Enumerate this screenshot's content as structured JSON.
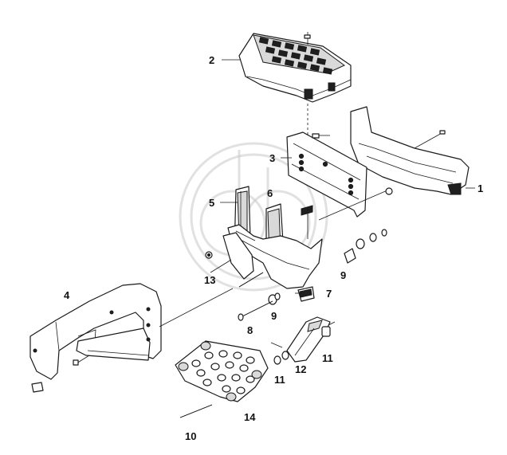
{
  "callouts": [
    {
      "id": "1",
      "label": "1"
    },
    {
      "id": "2",
      "label": "2"
    },
    {
      "id": "3",
      "label": "3"
    },
    {
      "id": "4",
      "label": "4"
    },
    {
      "id": "5",
      "label": "5"
    },
    {
      "id": "6",
      "label": "6"
    },
    {
      "id": "7",
      "label": "7"
    },
    {
      "id": "8",
      "label": "8"
    },
    {
      "id": "9a",
      "label": "9"
    },
    {
      "id": "9b",
      "label": "9"
    },
    {
      "id": "10",
      "label": "10"
    },
    {
      "id": "11a",
      "label": "11"
    },
    {
      "id": "11b",
      "label": "11"
    },
    {
      "id": "12",
      "label": "12"
    },
    {
      "id": "13",
      "label": "13"
    },
    {
      "id": "14",
      "label": "14"
    }
  ],
  "colors": {
    "line": "#1a1a1a",
    "background": "#ffffff",
    "watermark": "#c8c8c8"
  }
}
